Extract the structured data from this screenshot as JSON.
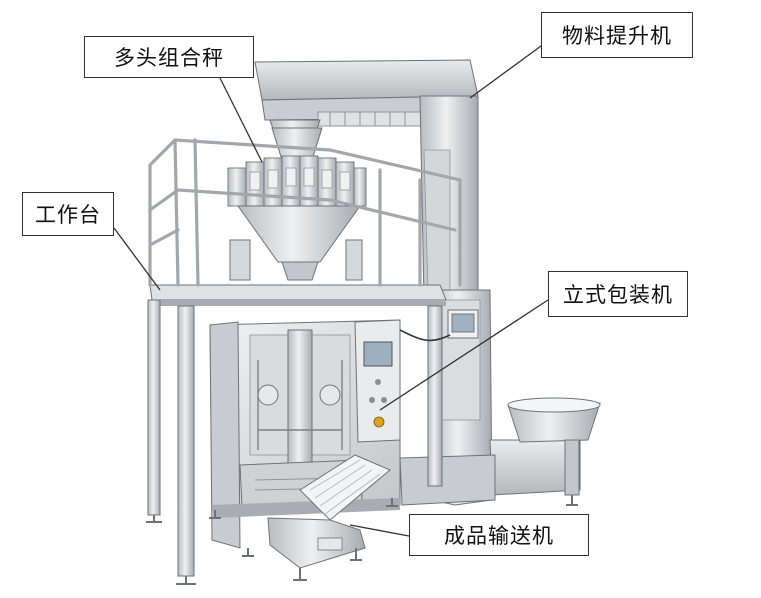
{
  "diagram": {
    "labels": {
      "multihead_weigher": "多头组合秤",
      "material_elevator": "物料提升机",
      "work_platform": "工作台",
      "vertical_packer": "立式包装机",
      "product_conveyor": "成品输送机"
    },
    "colors": {
      "steel_light": "#e4e6e8",
      "steel_mid": "#c8cbcf",
      "steel_dark": "#9a9ea3",
      "outline": "#6e7277",
      "leader": "#333333"
    }
  }
}
